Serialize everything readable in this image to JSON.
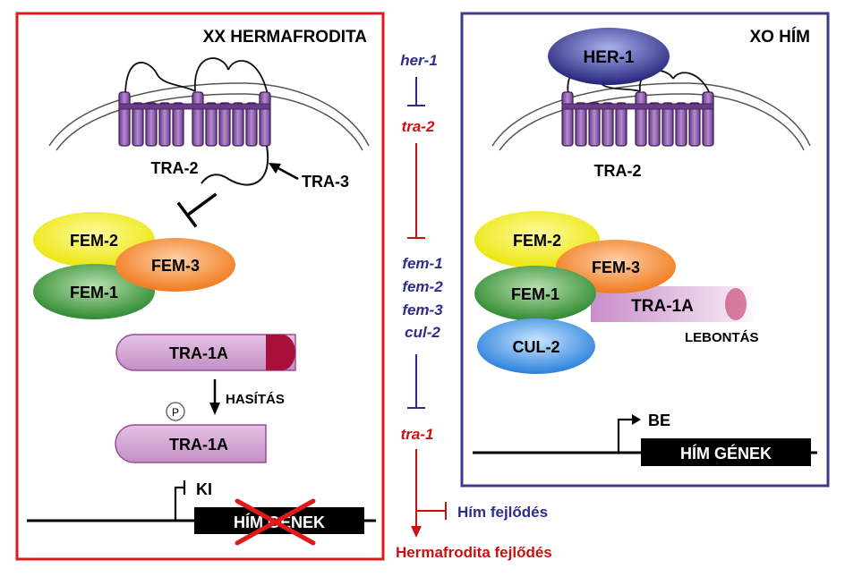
{
  "left_panel": {
    "title": "XX HERMAFRODITA",
    "receptor": "TRA-2",
    "tra3": "TRA-3",
    "fem2": "FEM-2",
    "fem3": "FEM-3",
    "fem1": "FEM-1",
    "tra1a_full": "TRA-1A",
    "cleavage": "HASÍTÁS",
    "phospho": "P",
    "tra1a_cleaved": "TRA-1A",
    "off": "KI",
    "male_genes": "HÍM GÉNEK"
  },
  "pathway": {
    "her1": "her-1",
    "tra2": "tra-2",
    "fem1": "fem-1",
    "fem2": "fem-2",
    "fem3": "fem-3",
    "cul2": "cul-2",
    "tra1": "tra-1",
    "male_dev": "Hím fejlődés",
    "herm_dev": "Hermafrodita fejlődés"
  },
  "right_panel": {
    "title": "XO HÍM",
    "her1": "HER-1",
    "receptor": "TRA-2",
    "fem2": "FEM-2",
    "fem3": "FEM-3",
    "fem1": "FEM-1",
    "tra1a": "TRA-1A",
    "cul2": "CUL-2",
    "degradation": "LEBONTÁS",
    "on": "BE",
    "male_genes": "HÍM GÉNEK"
  },
  "colors": {
    "red_frame": "#e01a1a",
    "blue_frame": "#3c3a8c",
    "red_text": "#cc1010",
    "blue_text": "#2e2e8a",
    "purple_tm": "#8a5aa8",
    "fem2_yellow": "#f2ee1a",
    "fem3_orange": "#f58a2e",
    "fem1_green": "#3f9a3f",
    "cul2_blue": "#3a8fe0",
    "her1_navy": "#2a2a86",
    "tra1a_pink": "#c890c8",
    "tra1a_tip": "#a8103a"
  }
}
